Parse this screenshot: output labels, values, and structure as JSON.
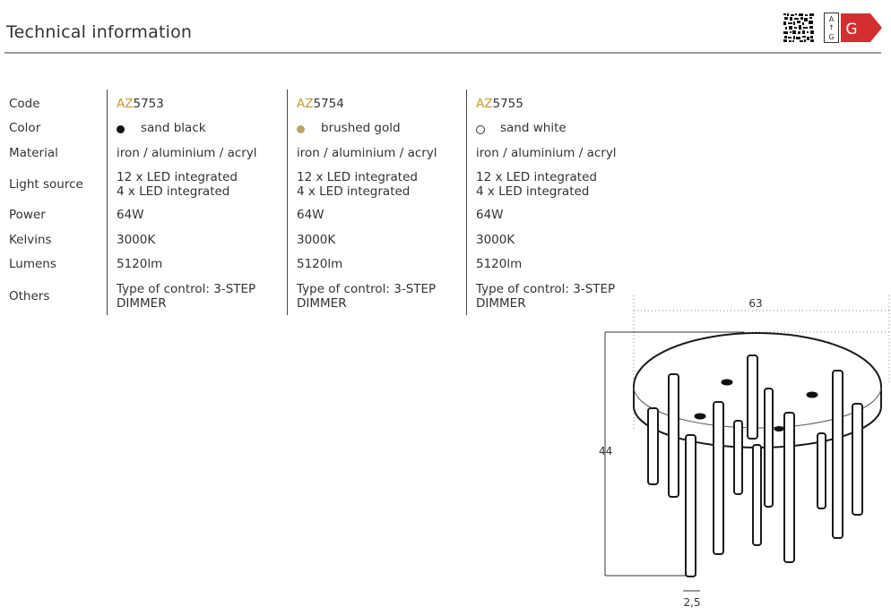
{
  "header": {
    "title": "Technical information"
  },
  "energy_label": {
    "scale_top": "A",
    "scale_mid": "↑",
    "scale_bottom": "G",
    "class": "G",
    "color": "#d32f2f"
  },
  "spec_labels": {
    "code": "Code",
    "color": "Color",
    "material": "Material",
    "light_source": "Light source",
    "power": "Power",
    "kelvins": "Kelvins",
    "lumens": "Lumens",
    "others": "Others"
  },
  "products": [
    {
      "code_prefix": "AZ",
      "code_number": "5753",
      "color_name": "sand black",
      "swatch_color": "#111111",
      "swatch_style": "filled",
      "material": "iron / aluminium / acryl",
      "light_source_line1": "12 x LED integrated",
      "light_source_line2": "4 x LED integrated",
      "power": "64W",
      "kelvins": "3000K",
      "lumens": "5120lm",
      "others_line1": "Type of control: 3-STEP",
      "others_line2": "DIMMER"
    },
    {
      "code_prefix": "AZ",
      "code_number": "5754",
      "color_name": "brushed gold",
      "swatch_color": "#b8a46a",
      "swatch_style": "filled",
      "material": "iron / aluminium / acryl",
      "light_source_line1": "12 x LED integrated",
      "light_source_line2": "4 x LED integrated",
      "power": "64W",
      "kelvins": "3000K",
      "lumens": "5120lm",
      "others_line1": "Type of control: 3-STEP",
      "others_line2": "DIMMER"
    },
    {
      "code_prefix": "AZ",
      "code_number": "5755",
      "color_name": "sand white",
      "swatch_color": "#ffffff",
      "swatch_style": "outline",
      "material": "iron / aluminium / acryl",
      "light_source_line1": "12 x LED integrated",
      "light_source_line2": "4 x LED integrated",
      "power": "64W",
      "kelvins": "3000K",
      "lumens": "5120lm",
      "others_line1": "Type of control: 3-STEP",
      "others_line2": "DIMMER"
    }
  ],
  "dimensions": {
    "width": "63",
    "height": "44",
    "tube_diameter": "2,5"
  },
  "colors": {
    "accent_gold": "#c49a2c",
    "rule_gray": "#9a9a9a"
  }
}
